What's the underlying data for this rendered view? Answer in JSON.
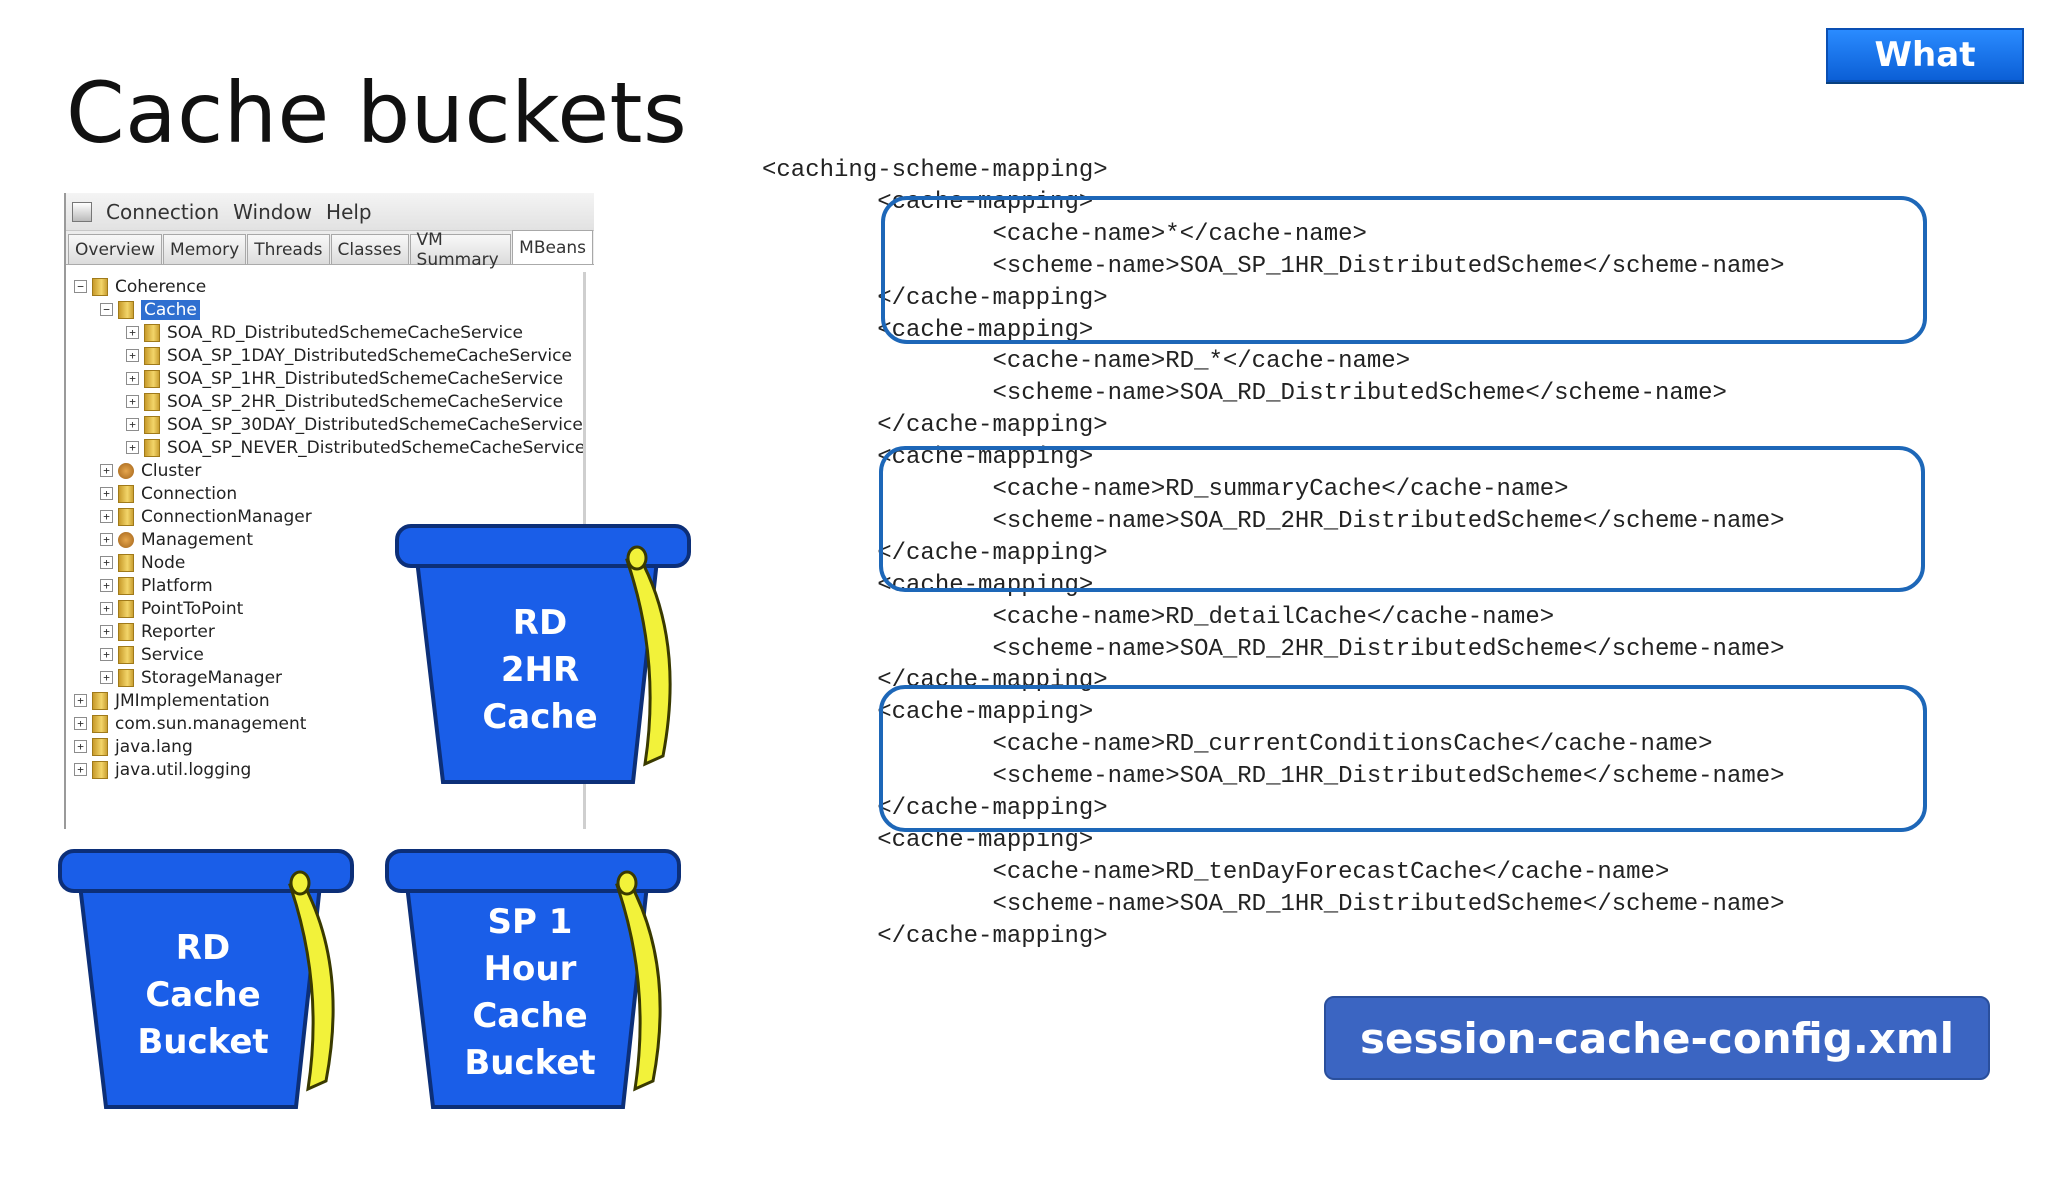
{
  "slide": {
    "title": "Cache buckets",
    "badge": "What",
    "file_label": "session-cache-config.xml"
  },
  "jconsole": {
    "menu": [
      "Connection",
      "Window",
      "Help"
    ],
    "tabs": [
      "Overview",
      "Memory",
      "Threads",
      "Classes",
      "VM Summary",
      "MBeans"
    ],
    "active_tab": "MBeans",
    "tree": {
      "root": "Coherence",
      "cache": "Cache",
      "cache_services": [
        "SOA_RD_DistributedSchemeCacheService",
        "SOA_SP_1DAY_DistributedSchemeCacheService",
        "SOA_SP_1HR_DistributedSchemeCacheService",
        "SOA_SP_2HR_DistributedSchemeCacheService",
        "SOA_SP_30DAY_DistributedSchemeCacheService",
        "SOA_SP_NEVER_DistributedSchemeCacheService"
      ],
      "coherence_children": [
        "Cluster",
        "Connection",
        "ConnectionManager",
        "Management",
        "Node",
        "Platform",
        "PointToPoint",
        "Reporter",
        "Service",
        "StorageManager"
      ],
      "other_roots": [
        "JMImplementation",
        "com.sun.management",
        "java.lang",
        "java.util.logging"
      ]
    }
  },
  "buckets": [
    {
      "lines": [
        "RD",
        "2HR",
        "Cache"
      ]
    },
    {
      "lines": [
        "RD",
        "Cache",
        "Bucket"
      ]
    },
    {
      "lines": [
        "SP 1",
        "Hour",
        "Cache",
        "Bucket"
      ]
    }
  ],
  "code": {
    "lines": [
      "<caching-scheme-mapping>",
      "        <cache-mapping>",
      "                <cache-name>*</cache-name>",
      "                <scheme-name>SOA_SP_1HR_DistributedScheme</scheme-name>",
      "        </cache-mapping>",
      "        <cache-mapping>",
      "                <cache-name>RD_*</cache-name>",
      "                <scheme-name>SOA_RD_DistributedScheme</scheme-name>",
      "        </cache-mapping>",
      "        <cache-mapping>",
      "                <cache-name>RD_summaryCache</cache-name>",
      "                <scheme-name>SOA_RD_2HR_DistributedScheme</scheme-name>",
      "        </cache-mapping>",
      "        <cache-mapping>",
      "                <cache-name>RD_detailCache</cache-name>",
      "                <scheme-name>SOA_RD_2HR_DistributedScheme</scheme-name>",
      "        </cache-mapping>",
      "        <cache-mapping>",
      "                <cache-name>RD_currentConditionsCache</cache-name>",
      "                <scheme-name>SOA_RD_1HR_DistributedScheme</scheme-name>",
      "        </cache-mapping>",
      "        <cache-mapping>",
      "                <cache-name>RD_tenDayForecastCache</cache-name>",
      "                <scheme-name>SOA_RD_1HR_DistributedScheme</scheme-name>",
      "        </cache-mapping>"
    ]
  },
  "colors": {
    "bucket_blue": "#1a5ee8",
    "handle_yellow": "#f2f23a",
    "highlight_border": "#1d67b8",
    "file_badge": "#3b65c2"
  }
}
